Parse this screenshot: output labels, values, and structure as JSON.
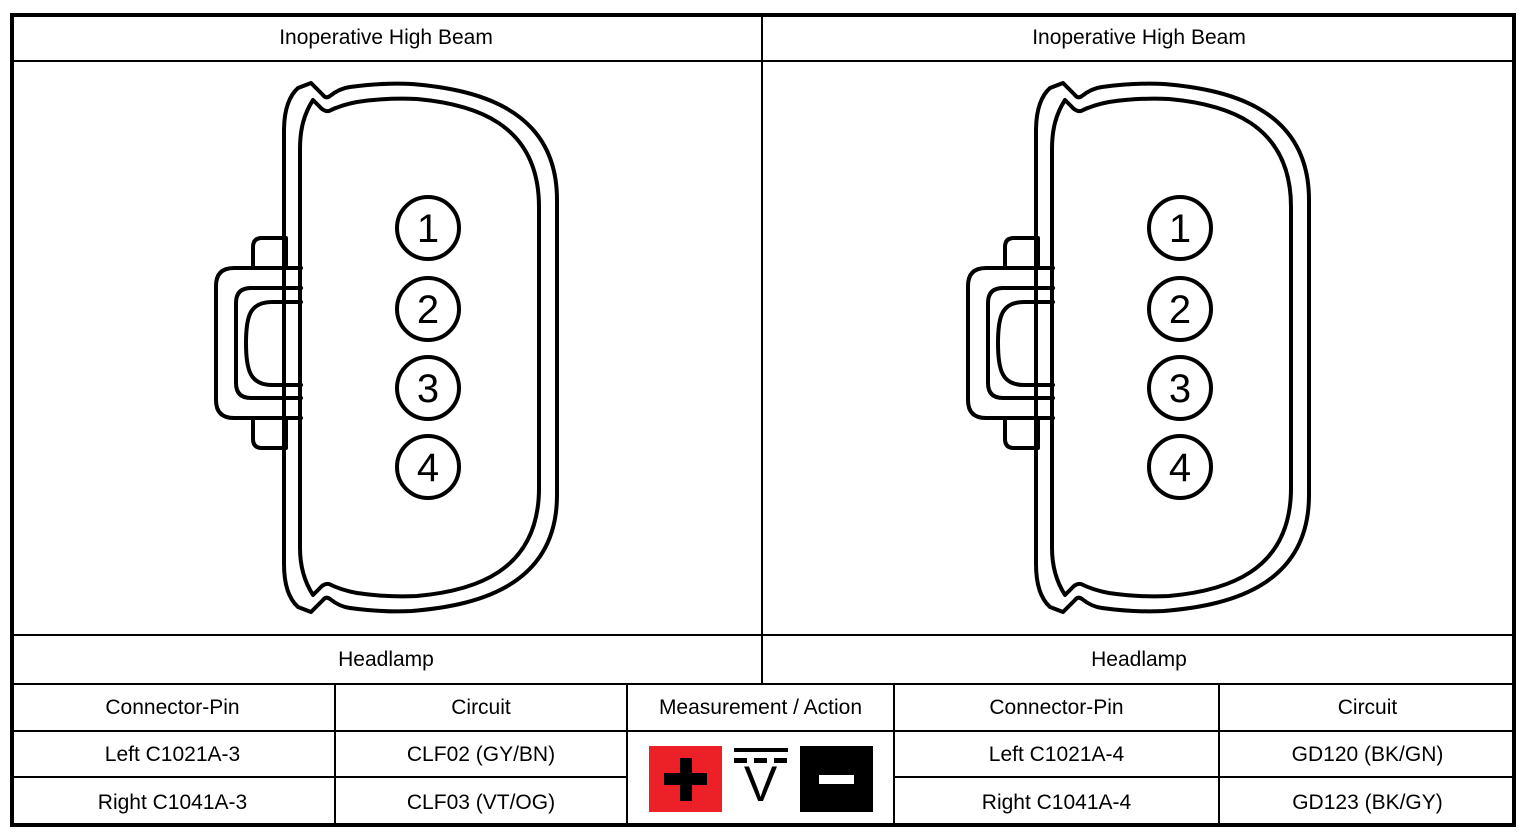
{
  "left_panel": {
    "title": "Inoperative High Beam",
    "component_label": "Headlamp",
    "pins": [
      "1",
      "2",
      "3",
      "4"
    ],
    "table": {
      "col_connector_pin": "Connector-Pin",
      "col_circuit": "Circuit",
      "rows": [
        {
          "connector_pin": "Left C1021A-3",
          "circuit": "CLF02 (GY/BN)"
        },
        {
          "connector_pin": "Right C1041A-3",
          "circuit": "CLF03 (VT/OG)"
        }
      ]
    }
  },
  "right_panel": {
    "title": "Inoperative High Beam",
    "component_label": "Headlamp",
    "pins": [
      "1",
      "2",
      "3",
      "4"
    ],
    "table": {
      "col_connector_pin": "Connector-Pin",
      "col_circuit": "Circuit",
      "rows": [
        {
          "connector_pin": "Left C1021A-4",
          "circuit": "GD120 (BK/GN)"
        },
        {
          "connector_pin": "Right C1041A-4",
          "circuit": "GD123 (BK/GY)"
        }
      ]
    }
  },
  "measurement": {
    "header": "Measurement / Action",
    "icons": [
      {
        "name": "positive-probe-icon",
        "symbol": "+",
        "color": "#EC2127"
      },
      {
        "name": "dc-voltage-icon",
        "symbol": "V",
        "color": "#000000"
      },
      {
        "name": "negative-probe-icon",
        "symbol": "−",
        "color": "#000000"
      }
    ]
  },
  "colors": {
    "line": "#000000",
    "background": "#FFFFFF",
    "positive_red": "#EC2127"
  }
}
